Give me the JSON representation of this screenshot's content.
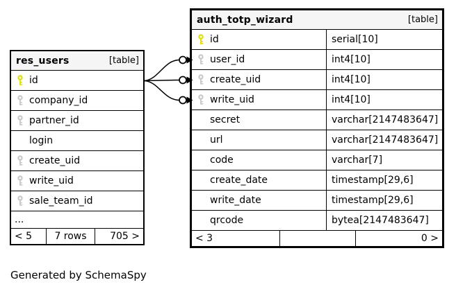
{
  "note": "Generated by SchemaSpy",
  "colors": {
    "primary_key": "#e0e000",
    "foreign_key": "#c9c9c9",
    "header_bg": "#f5f5f5",
    "border": "#000000"
  },
  "icons": {
    "primary_key": "key-icon-yellow",
    "foreign_key": "key-icon-gray"
  },
  "left_table": {
    "title": "res_users",
    "badge": "[table]",
    "columns": [
      {
        "name": "id",
        "key": "primary"
      },
      {
        "name": "company_id",
        "key": "foreign"
      },
      {
        "name": "partner_id",
        "key": "foreign"
      },
      {
        "name": "login",
        "key": "none"
      },
      {
        "name": "create_uid",
        "key": "foreign"
      },
      {
        "name": "write_uid",
        "key": "foreign"
      },
      {
        "name": "sale_team_id",
        "key": "foreign"
      }
    ],
    "truncation_indicator": "...",
    "footer": {
      "left": "< 5",
      "center": "7 rows",
      "right": "705 >"
    }
  },
  "right_table": {
    "title": "auth_totp_wizard",
    "badge": "[table]",
    "columns": [
      {
        "name": "id",
        "type": "serial[10]",
        "key": "primary"
      },
      {
        "name": "user_id",
        "type": "int4[10]",
        "key": "foreign"
      },
      {
        "name": "create_uid",
        "type": "int4[10]",
        "key": "foreign"
      },
      {
        "name": "write_uid",
        "type": "int4[10]",
        "key": "foreign"
      },
      {
        "name": "secret",
        "type": "varchar[2147483647]",
        "key": "none"
      },
      {
        "name": "url",
        "type": "varchar[2147483647]",
        "key": "none"
      },
      {
        "name": "code",
        "type": "varchar[7]",
        "key": "none"
      },
      {
        "name": "create_date",
        "type": "timestamp[29,6]",
        "key": "none"
      },
      {
        "name": "write_date",
        "type": "timestamp[29,6]",
        "key": "none"
      },
      {
        "name": "qrcode",
        "type": "bytea[2147483647]",
        "key": "none"
      }
    ],
    "footer": {
      "left": "< 3",
      "center": "",
      "right": "0 >"
    }
  },
  "relationships": [
    {
      "from": "res_users.id",
      "to": "auth_totp_wizard.user_id"
    },
    {
      "from": "res_users.id",
      "to": "auth_totp_wizard.create_uid"
    },
    {
      "from": "res_users.id",
      "to": "auth_totp_wizard.write_uid"
    }
  ]
}
